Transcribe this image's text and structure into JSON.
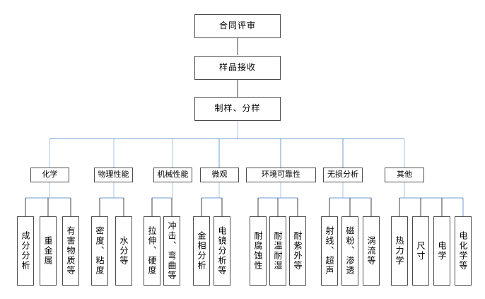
{
  "flow": {
    "steps": [
      {
        "label": "合同评审"
      },
      {
        "label": "样品接收"
      },
      {
        "label": "制样、分样"
      }
    ],
    "categories": [
      {
        "label": "化学",
        "children": [
          {
            "label": "成分分析"
          },
          {
            "label": "重金属"
          },
          {
            "label": "有害物质等"
          }
        ]
      },
      {
        "label": "物理性能",
        "children": [
          {
            "label": "密度、粘度"
          },
          {
            "label": "水分等"
          }
        ]
      },
      {
        "label": "机械性能",
        "children": [
          {
            "label": "拉伸、硬度"
          },
          {
            "label": "冲击、弯曲等"
          }
        ]
      },
      {
        "label": "微观",
        "children": [
          {
            "label": "金相分析"
          },
          {
            "label": "电镜分析等"
          }
        ]
      },
      {
        "label": "环境可靠性",
        "children": [
          {
            "label": "耐腐蚀性"
          },
          {
            "label": "耐温耐湿"
          },
          {
            "label": "耐紫外等"
          }
        ]
      },
      {
        "label": "无损分析",
        "children": [
          {
            "label": "射线、超声"
          },
          {
            "label": "磁粉、渗透"
          },
          {
            "label": "涡流等"
          }
        ]
      },
      {
        "label": "其他",
        "children": [
          {
            "label": "热力学"
          },
          {
            "label": "尺寸"
          },
          {
            "label": "电学"
          },
          {
            "label": "电化学等"
          }
        ]
      }
    ]
  },
  "colors": {
    "connector-dark": "#404040",
    "connector-blue": "#6f9bd1",
    "connector-light-blue": "#a9c6e8",
    "box-border": "#4d4d4d",
    "box-fill": "#ffffff"
  }
}
